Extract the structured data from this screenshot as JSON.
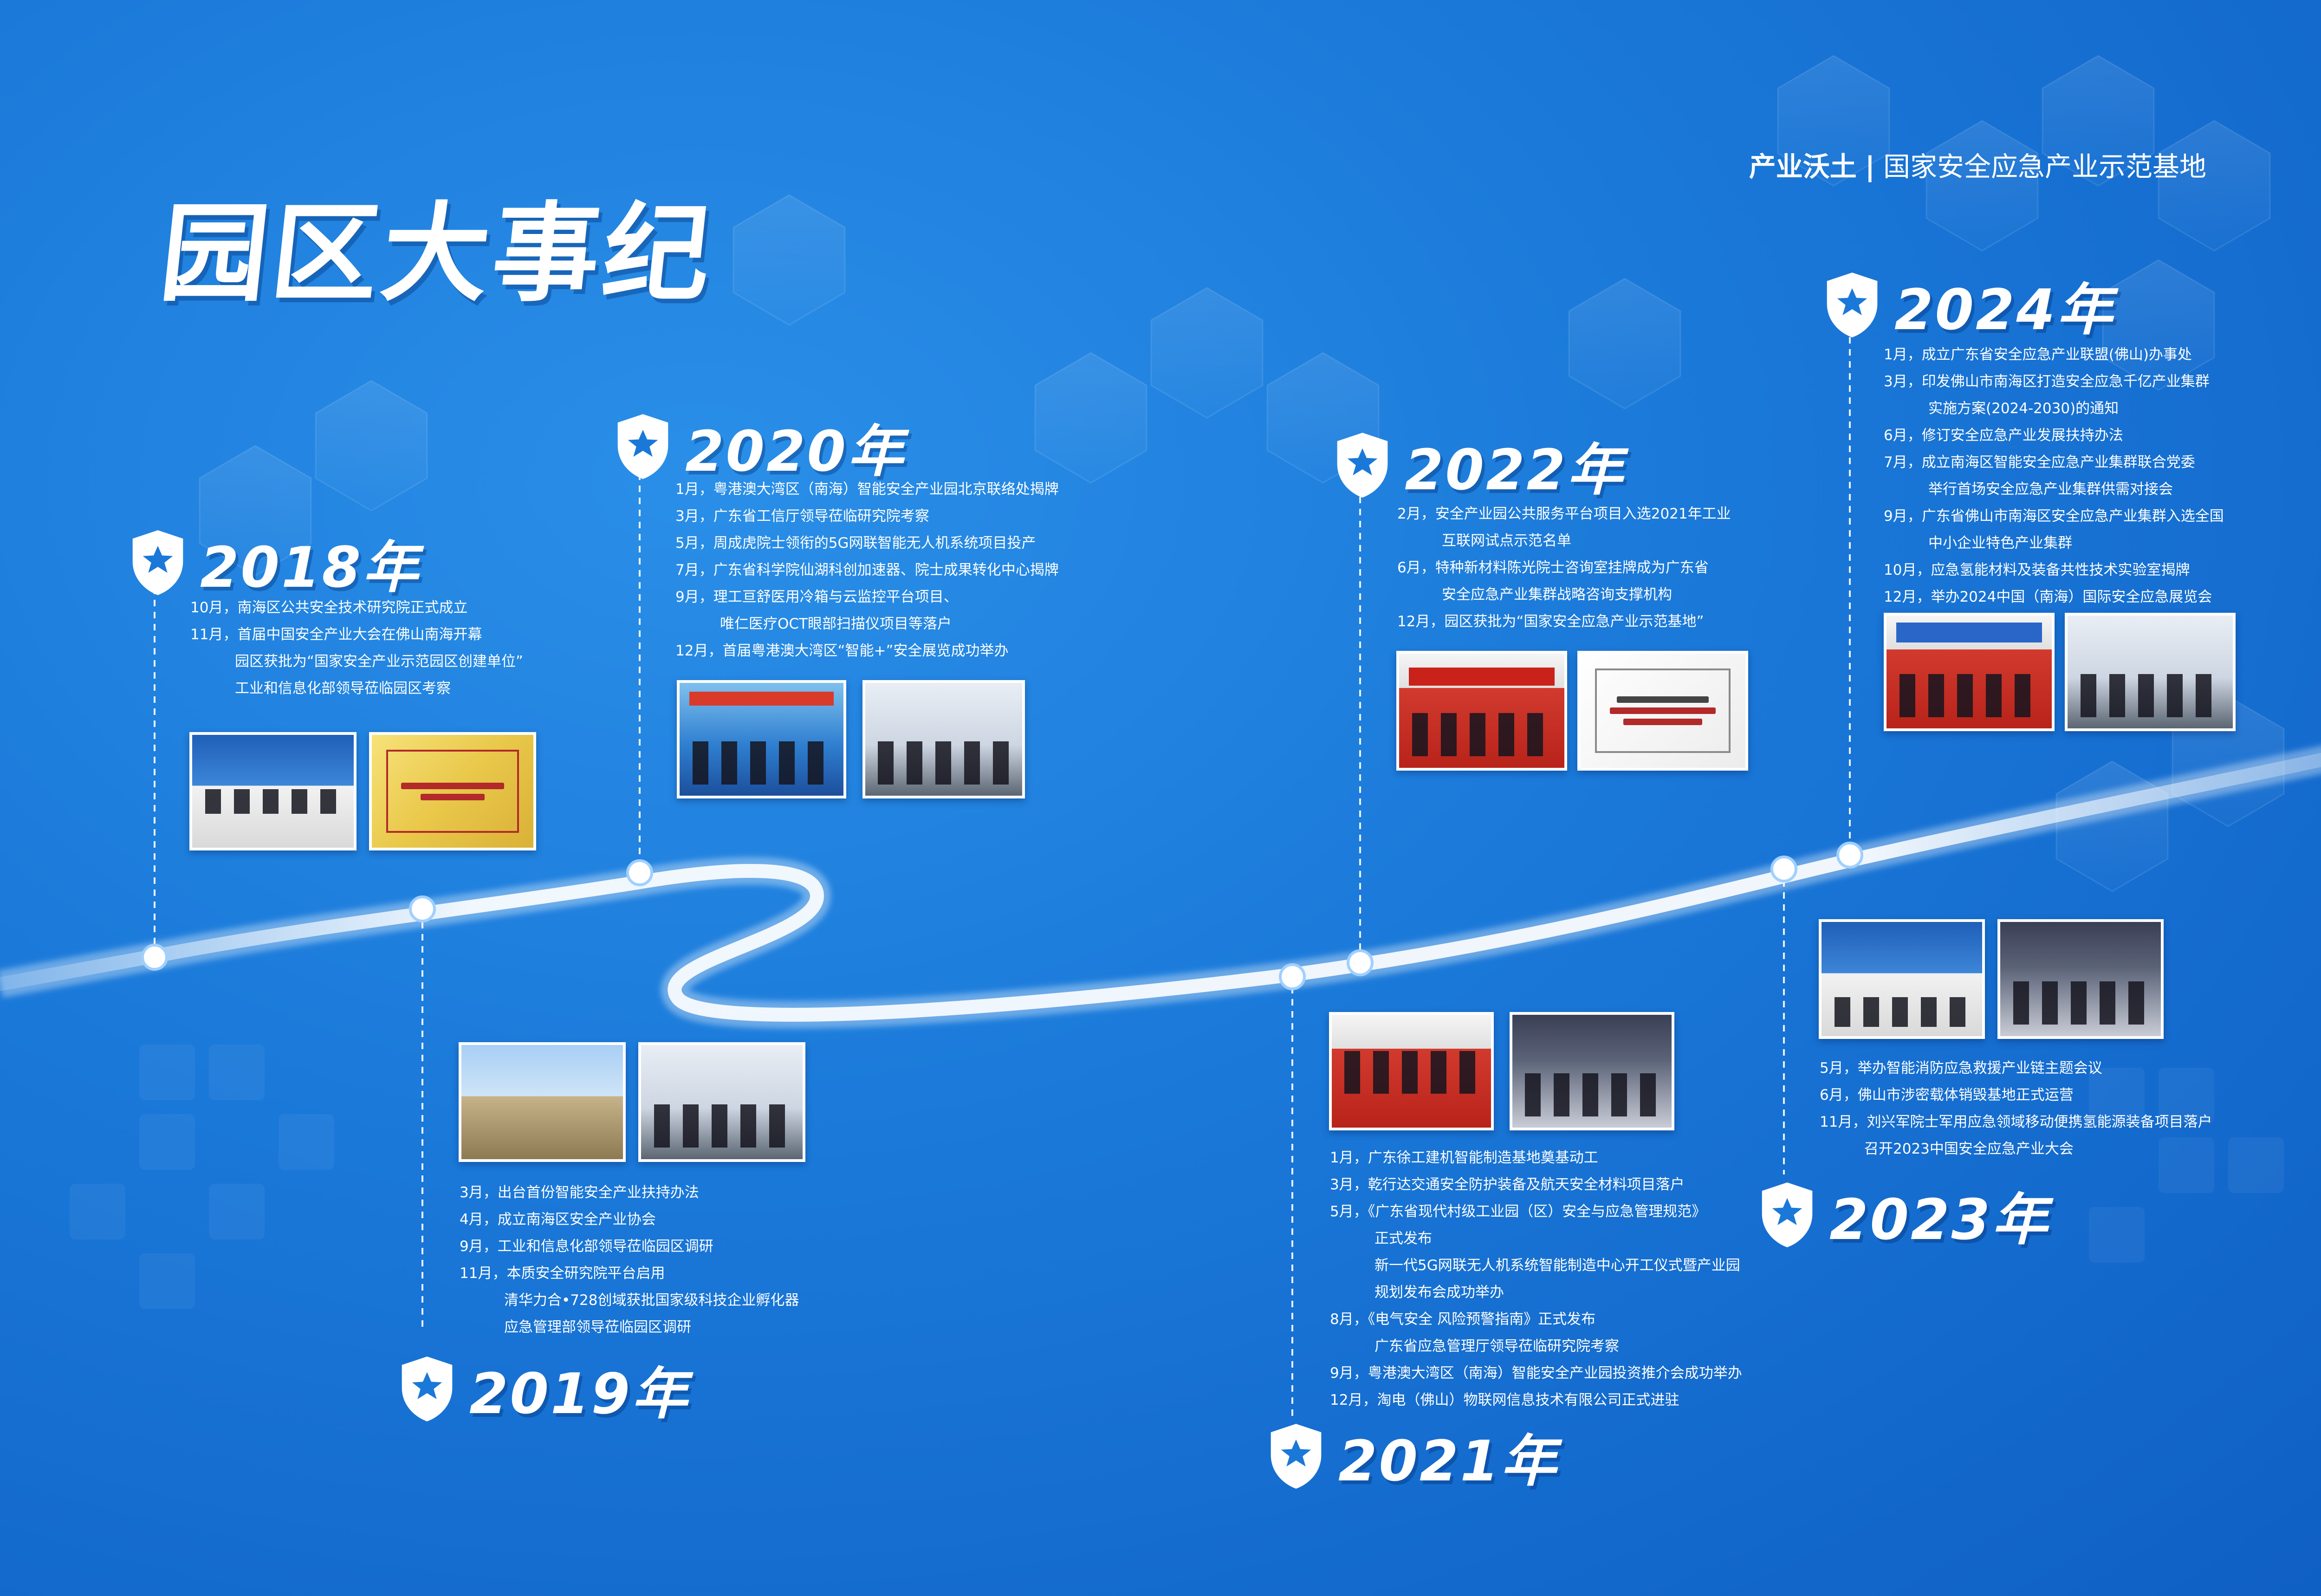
{
  "header": {
    "title": "园区大事纪",
    "tagline_strong": "产业沃土",
    "tagline_sep": "|",
    "tagline_rest": "国家安全应急产业示范基地"
  },
  "colors": {
    "background": "#1a78d8",
    "timeline_path": "#eaf4ff",
    "node": "#ffffff",
    "shield": "#ffffff",
    "star": "#1a78d8"
  },
  "milestones": [
    {
      "year": "2018年",
      "events": [
        "10月，南海区公共安全技术研究院正式成立",
        "11月，首届中国安全产业大会在佛山南海开幕",
        "园区获批为“国家安全产业示范园区创建单位”",
        "工业和信息化部领导莅临园区考察"
      ]
    },
    {
      "year": "2019年",
      "events": [
        "3月，出台首份智能安全产业扶持办法",
        "4月，成立南海区安全产业协会",
        "9月，工业和信息化部领导莅临园区调研",
        "11月，本质安全研究院平台启用",
        "清华力合•728创域获批国家级科技企业孵化器",
        "应急管理部领导莅临园区调研"
      ]
    },
    {
      "year": "2020年",
      "events": [
        "1月，粤港澳大湾区（南海）智能安全产业园北京联络处揭牌",
        "3月，广东省工信厅领导莅临研究院考察",
        "5月，周成虎院士领衔的5G网联智能无人机系统项目投产",
        "7月，广东省科学院仙湖科创加速器、院士成果转化中心揭牌",
        "9月，理工亘舒医用冷箱与云监控平台项目、",
        "唯仁医疗OCT眼部扫描仪项目等落户",
        "12月，首届粤港澳大湾区“智能+”安全展览成功举办"
      ]
    },
    {
      "year": "2021年",
      "events": [
        "1月，广东徐工建机智能制造基地奠基动工",
        "3月，乾行达交通安全防护装备及航天安全材料项目落户",
        "5月，《广东省现代村级工业园（区）安全与应急管理规范》",
        "正式发布",
        "新一代5G网联无人机系统智能制造中心开工仪式暨产业园",
        "规划发布会成功举办",
        "8月，《电气安全 风险预警指南》正式发布",
        "广东省应急管理厅领导莅临研究院考察",
        "9月，粤港澳大湾区（南海）智能安全产业园投资推介会成功举办",
        "12月，淘电（佛山）物联网信息技术有限公司正式进驻"
      ]
    },
    {
      "year": "2022年",
      "events": [
        "2月，安全产业园公共服务平台项目入选2021年工业",
        "互联网试点示范名单",
        "6月，特种新材料陈光院士咨询室挂牌成为广东省",
        "安全应急产业集群战略咨询支撑机构",
        "12月，园区获批为“国家安全应急产业示范基地”"
      ]
    },
    {
      "year": "2023年",
      "events": [
        "5月，举办智能消防应急救援产业链主题会议",
        "6月，佛山市涉密载体销毁基地正式运营",
        "11月，刘兴军院士军用应急领域移动便携氢能源装备项目落户",
        "召开2023中国安全应急产业大会"
      ]
    },
    {
      "year": "2024年",
      "events": [
        "1月，成立广东省安全应急产业联盟(佛山)办事处",
        "3月，印发佛山市南海区打造安全应急千亿产业集群",
        "实施方案(2024-2030)的通知",
        "6月，修订安全应急产业发展扶持办法",
        "7月，成立南海区智能安全应急产业集群联合党委",
        "举行首场安全应急产业集群供需对接会",
        "9月，广东省佛山市南海区安全应急产业集群入选全国",
        "中小企业特色产业集群",
        "10月，应急氢能材料及装备共性技术实验室揭牌",
        "12月，举办2024中国（南海）国际安全应急展览会"
      ]
    }
  ],
  "icons": {
    "milestone_badge": "shield-star-icon",
    "timeline_node": "circle-node"
  }
}
